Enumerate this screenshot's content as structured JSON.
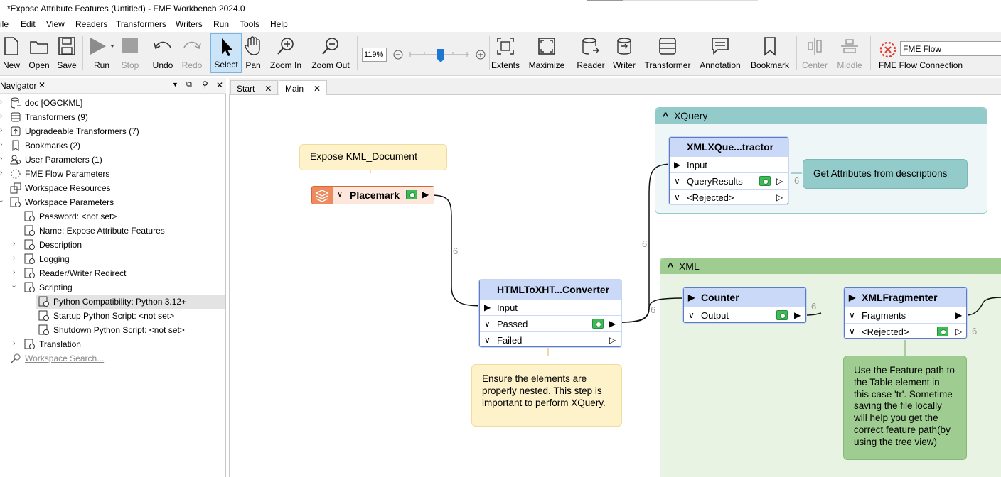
{
  "window": {
    "title": "*Expose Attribute Features (Untitled) - FME Workbench 2024.0"
  },
  "menu": [
    "ile",
    "Edit",
    "View",
    "Readers",
    "Transformers",
    "Writers",
    "Run",
    "Tools",
    "Help"
  ],
  "toolbar": {
    "new": "New",
    "open": "Open",
    "save": "Save",
    "run": "Run",
    "stop": "Stop",
    "undo": "Undo",
    "redo": "Redo",
    "select": "Select",
    "pan": "Pan",
    "zoom_in": "Zoom In",
    "zoom_out": "Zoom Out",
    "zoom_value": "119%",
    "extents": "Extents",
    "maximize": "Maximize",
    "reader": "Reader",
    "writer": "Writer",
    "transformer": "Transformer",
    "annotation": "Annotation",
    "bookmark": "Bookmark",
    "center": "Center",
    "middle": "Middle",
    "fme_flow_connection": "FME Flow Connection",
    "fme_flow_value": "FME Flow"
  },
  "navigator": {
    "title": "Navigator",
    "items": [
      "doc [OGCKML]",
      "Transformers (9)",
      "Upgradeable Transformers (7)",
      "Bookmarks (2)",
      "User Parameters (1)",
      "FME Flow Parameters",
      "Workspace Resources",
      "Workspace Parameters",
      "Password: <not set>",
      "Name: Expose Attribute Features",
      "Description",
      "Logging",
      "Reader/Writer Redirect",
      "Scripting",
      "Python Compatibility: Python 3.12+",
      "Startup Python Script: <not set>",
      "Shutdown Python Script: <not set>",
      "Translation",
      "Workspace Search..."
    ]
  },
  "tabs": [
    "Start",
    "Main"
  ],
  "canvas": {
    "bookmark_xquery": "XQuery",
    "bookmark_xml": "XML",
    "note_expose": "Expose KML_Document",
    "reader_placemark": "Placemark",
    "xquery": {
      "title": "XMLXQue...tractor",
      "input": "Input",
      "out1": "QueryResults",
      "out2": "<Rejected>"
    },
    "note_xquery": "Get Attributes from descriptions",
    "html": {
      "title": "HTMLToXHT...Converter",
      "input": "Input",
      "out1": "Passed",
      "out2": "Failed"
    },
    "note_html": "Ensure the elements are properly nested. This step is important to perform XQuery.",
    "counter": {
      "title": "Counter",
      "out1": "Output"
    },
    "frag": {
      "title": "XMLFragmenter",
      "out1": "Fragments",
      "out2": "<Rejected>"
    },
    "note_frag": "Use the Feature path to the Table element in this case 'tr'. Sometime saving the file locally will help you get the correct feature path(by using the tree view)",
    "counts": [
      "6",
      "6",
      "6",
      "6",
      "6",
      "6"
    ]
  },
  "colors": {
    "xquery_bg": "#eef6f7",
    "xquery_hdr": "#93cbcb",
    "xml_bg": "#e9f3e4",
    "xml_hdr": "#9fcc91",
    "note_yellow": "#fdf2c9",
    "reader": "#ee8b5e",
    "xf_title": "#c9d9f7"
  }
}
